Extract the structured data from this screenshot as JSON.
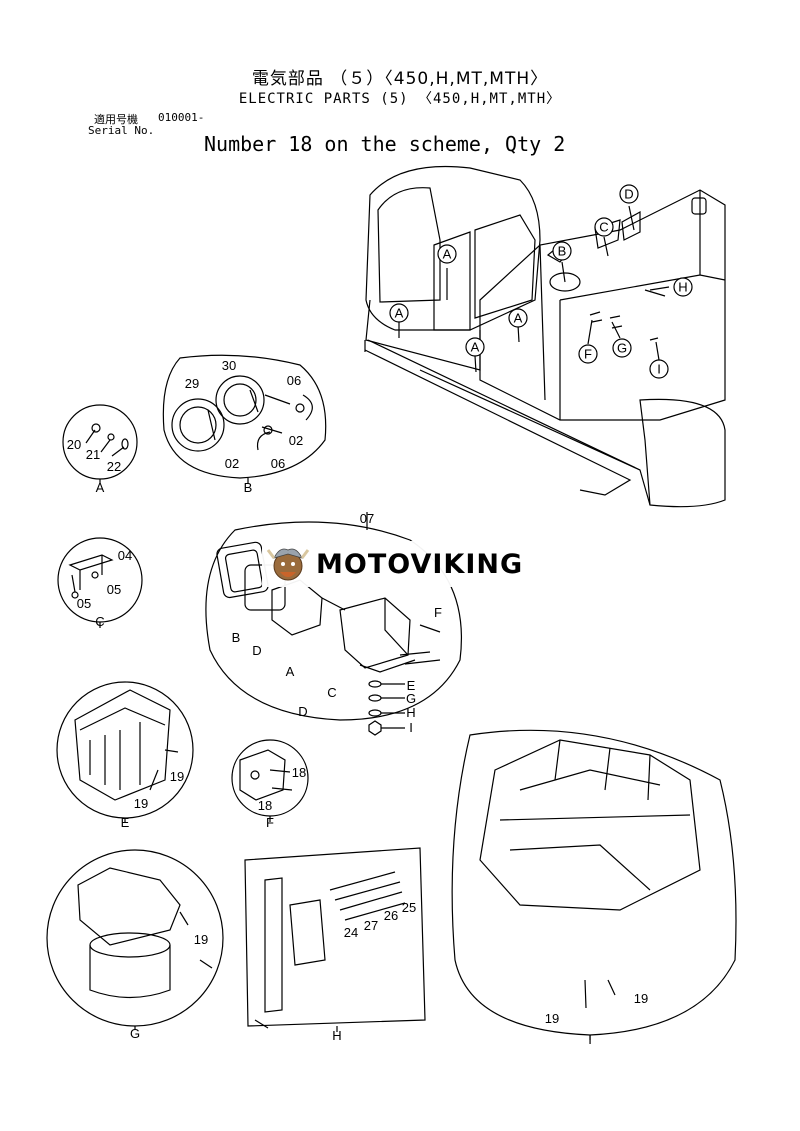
{
  "header": {
    "title_jp": "電気部品 （５）〈450,H,MT,MTH〉",
    "title_en": "ELECTRIC PARTS (5) 〈450,H,MT,MTH〉",
    "serial_jp": "適用号機",
    "serial_value": "010001-",
    "serial_en": "Serial No."
  },
  "note": "Number 18 on the scheme, Qty 2",
  "watermark": {
    "brand": "MOTOVIKING"
  },
  "callouts": [
    "A",
    "A",
    "A",
    "A",
    "B",
    "C",
    "D",
    "F",
    "G",
    "H",
    "I"
  ],
  "details": {
    "A": {
      "label": "A",
      "parts": [
        "20",
        "21",
        "22"
      ]
    },
    "B": {
      "label": "B",
      "parts": [
        "29",
        "30",
        "06",
        "02",
        "02",
        "06"
      ]
    },
    "C": {
      "label": "C",
      "parts": [
        "04",
        "05",
        "05"
      ]
    },
    "D": {
      "label": "D",
      "top": "07",
      "parts": [
        "B",
        "D",
        "A",
        "C",
        "F",
        "E",
        "G",
        "H",
        "I"
      ]
    },
    "E": {
      "label": "E",
      "parts": [
        "19",
        "19"
      ]
    },
    "F": {
      "label": "F",
      "parts": [
        "18",
        "18"
      ]
    },
    "G": {
      "label": "G",
      "parts": [
        "19"
      ]
    },
    "H": {
      "label": "H",
      "parts": [
        "25",
        "26",
        "27",
        "24"
      ]
    },
    "I": {
      "label": "I",
      "parts": [
        "19",
        "19"
      ]
    }
  }
}
